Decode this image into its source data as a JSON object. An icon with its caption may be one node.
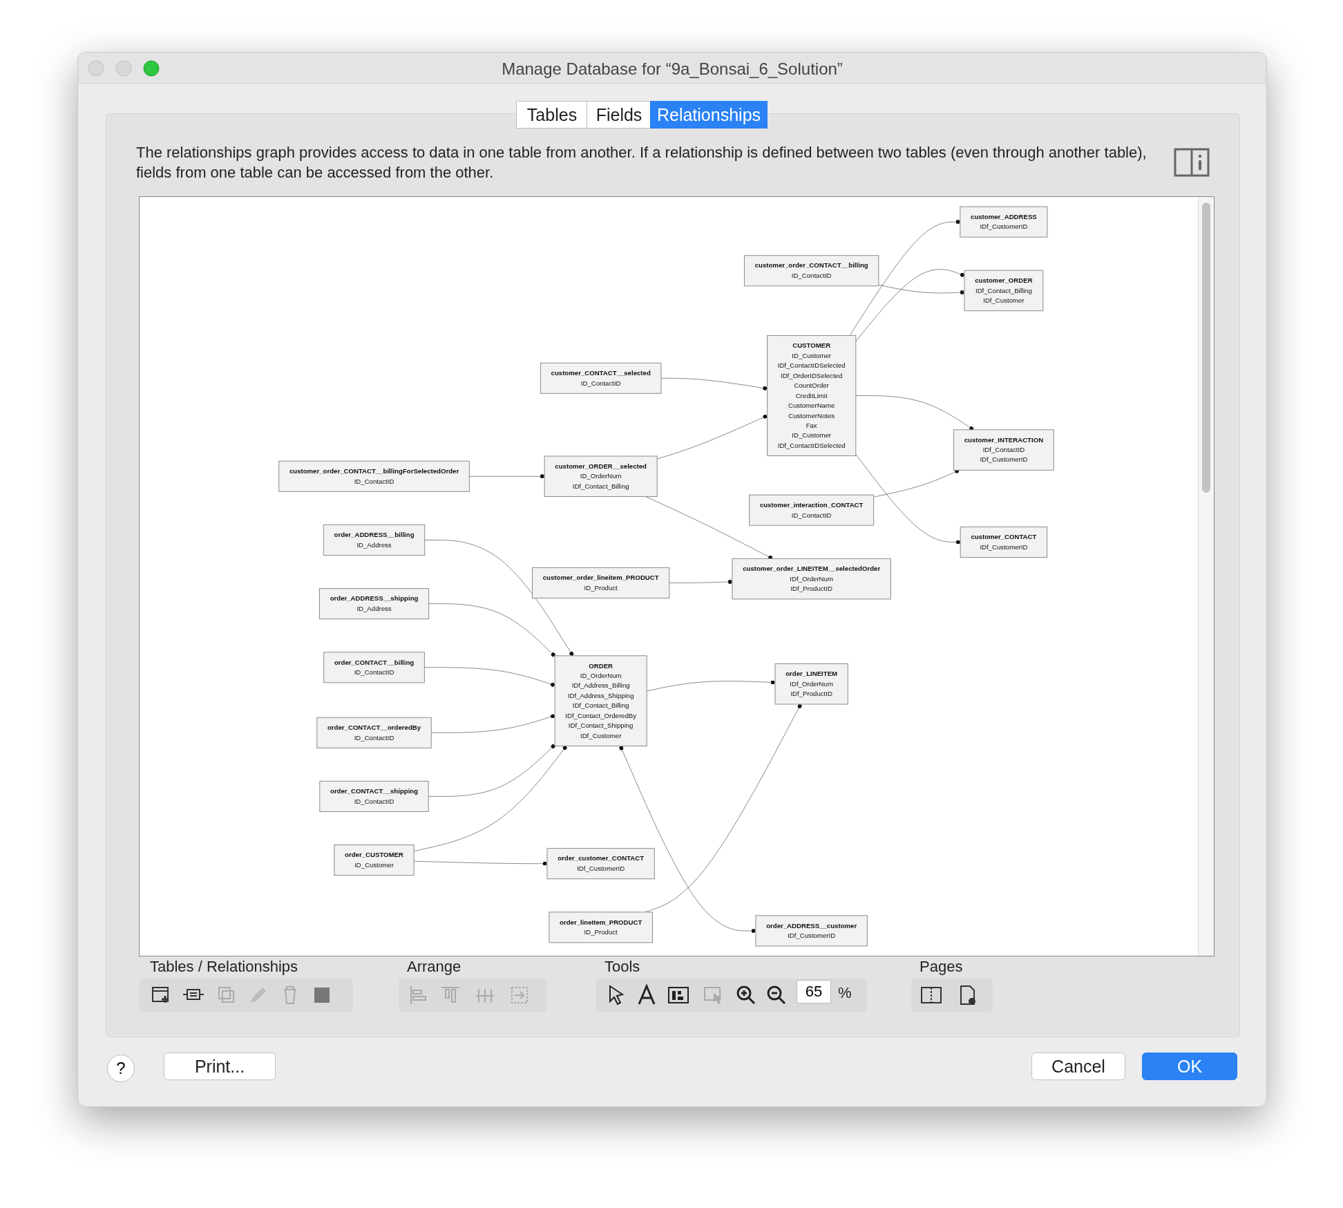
{
  "diagram": {
    "title": "Manage Database for “9a_Bonsai_6_Solution”",
    "nodes": [
      {
        "text": [
          "CUSTOMER",
          "ID_Customer",
          "IDf_ContactIDSelected",
          "IDf_OrderIDSelected",
          "CountOrder",
          "CreditLimit",
          "CustomerName",
          "CustomerNotes",
          "Fax",
          "ID_Customer",
          "IDf_ContactIDSelected"
        ]
      },
      {
        "text": [
          "customer_ADDRESS",
          "IDf_CustomerID"
        ]
      },
      {
        "text": [
          "customer_ORDER",
          "IDf_Contact_Billing",
          "IDf_Customer"
        ]
      },
      {
        "text": [
          "customer_order_CONTACT__billing",
          "ID_ContactID"
        ]
      },
      {
        "text": [
          "customer_INTERACTION",
          "IDf_ContactID",
          "IDf_CustomerID"
        ]
      },
      {
        "text": [
          "customer_interaction_CONTACT",
          "ID_ContactID"
        ]
      },
      {
        "text": [
          "customer_CONTACT",
          "IDf_CustomerID"
        ]
      },
      {
        "text": [
          "customer_CONTACT__selected",
          "ID_ContactID"
        ]
      },
      {
        "text": [
          "customer_ORDER__selected",
          "ID_OrderNum",
          "IDf_Contact_Billing"
        ]
      },
      {
        "text": [
          "customer_order_LINEITEM__selectedOrder",
          "IDf_OrderNum",
          "IDf_ProductID"
        ]
      },
      {
        "text": [
          "customer_order_lineitem_PRODUCT",
          "ID_Product"
        ]
      },
      {
        "text": [
          "customer_order_CONTACT__billingForSelectedOrder",
          "ID_ContactID"
        ]
      },
      {
        "text": [
          "order_LINEITEM",
          "IDf_OrderNum",
          "IDf_ProductID"
        ]
      },
      {
        "text": [
          "order_lineItem_PRODUCT",
          "ID_Product"
        ]
      },
      {
        "text": [
          "ORDER",
          "ID_OrderNum",
          "IDf_Address_Billing",
          "IDf_Address_Shipping",
          "IDf_Contact_Billing",
          "IDf_Contact_OrderedBy",
          "IDf_Contact_Shipping",
          "IDf_Customer"
        ]
      },
      {
        "text": [
          "order_ADDRESS__billing",
          "ID_Address"
        ]
      },
      {
        "text": [
          "order_ADDRESS__shipping",
          "ID_Address"
        ]
      },
      {
        "text": [
          "order_CONTACT__billing",
          "ID_ContactID"
        ]
      },
      {
        "text": [
          "order_CONTACT__orderedBy",
          "ID_ContactID"
        ]
      },
      {
        "text": [
          "order_CONTACT__shipping",
          "ID_ContactID"
        ]
      },
      {
        "text": [
          "order_ADDRESS__customer",
          "IDf_CustomerID"
        ]
      },
      {
        "text": [
          "order_CUSTOMER",
          "ID_Customer"
        ]
      },
      {
        "text": [
          "order_customer_CONTACT",
          "IDf_CustomerID"
        ]
      }
    ],
    "edges": [
      {
        "from": 0,
        "to": 1,
        "arrow": "other"
      },
      {
        "from": 0,
        "to": 2,
        "arrow": "other"
      },
      {
        "from": 0,
        "to": 4,
        "arrow": "other"
      },
      {
        "from": 0,
        "to": 6,
        "arrow": "other"
      },
      {
        "from": 7,
        "to": 0,
        "arrow": "other"
      },
      {
        "from": 8,
        "to": 0,
        "arrow": "other"
      },
      {
        "from": 3,
        "to": 2,
        "arrow": "other"
      },
      {
        "from": 5,
        "to": 4,
        "arrow": "other"
      },
      {
        "from": 8,
        "to": 9,
        "arrow": "other"
      },
      {
        "from": 11,
        "to": 8,
        "arrow": "other"
      },
      {
        "from": 10,
        "to": 9,
        "arrow": "other"
      },
      {
        "from": 14,
        "to": 12,
        "arrow": "other"
      },
      {
        "from": 13,
        "to": 12,
        "arrow": "other"
      },
      {
        "from": 15,
        "to": 14,
        "arrow": "other"
      },
      {
        "from": 16,
        "to": 14,
        "arrow": "other"
      },
      {
        "from": 17,
        "to": 14,
        "arrow": "other"
      },
      {
        "from": 18,
        "to": 14,
        "arrow": "other"
      },
      {
        "from": 19,
        "to": 14,
        "arrow": "other"
      },
      {
        "from": 14,
        "to": 20,
        "arrow": "other"
      },
      {
        "from": 21,
        "to": 14,
        "arrow": "other"
      },
      {
        "from": 21,
        "to": 22,
        "arrow": "other"
      }
    ],
    "labels": [
      "Tables",
      "Fields",
      "Relationships",
      "The relationships graph provides access to data in one table from another. If a relationship is defined between two tables (even through another table), fields from one table can be accessed from the other.",
      "Tables / Relationships",
      "Arrange",
      "Tools",
      "65",
      "%",
      "Pages",
      "?",
      "Print...",
      "Cancel",
      "OK"
    ]
  }
}
